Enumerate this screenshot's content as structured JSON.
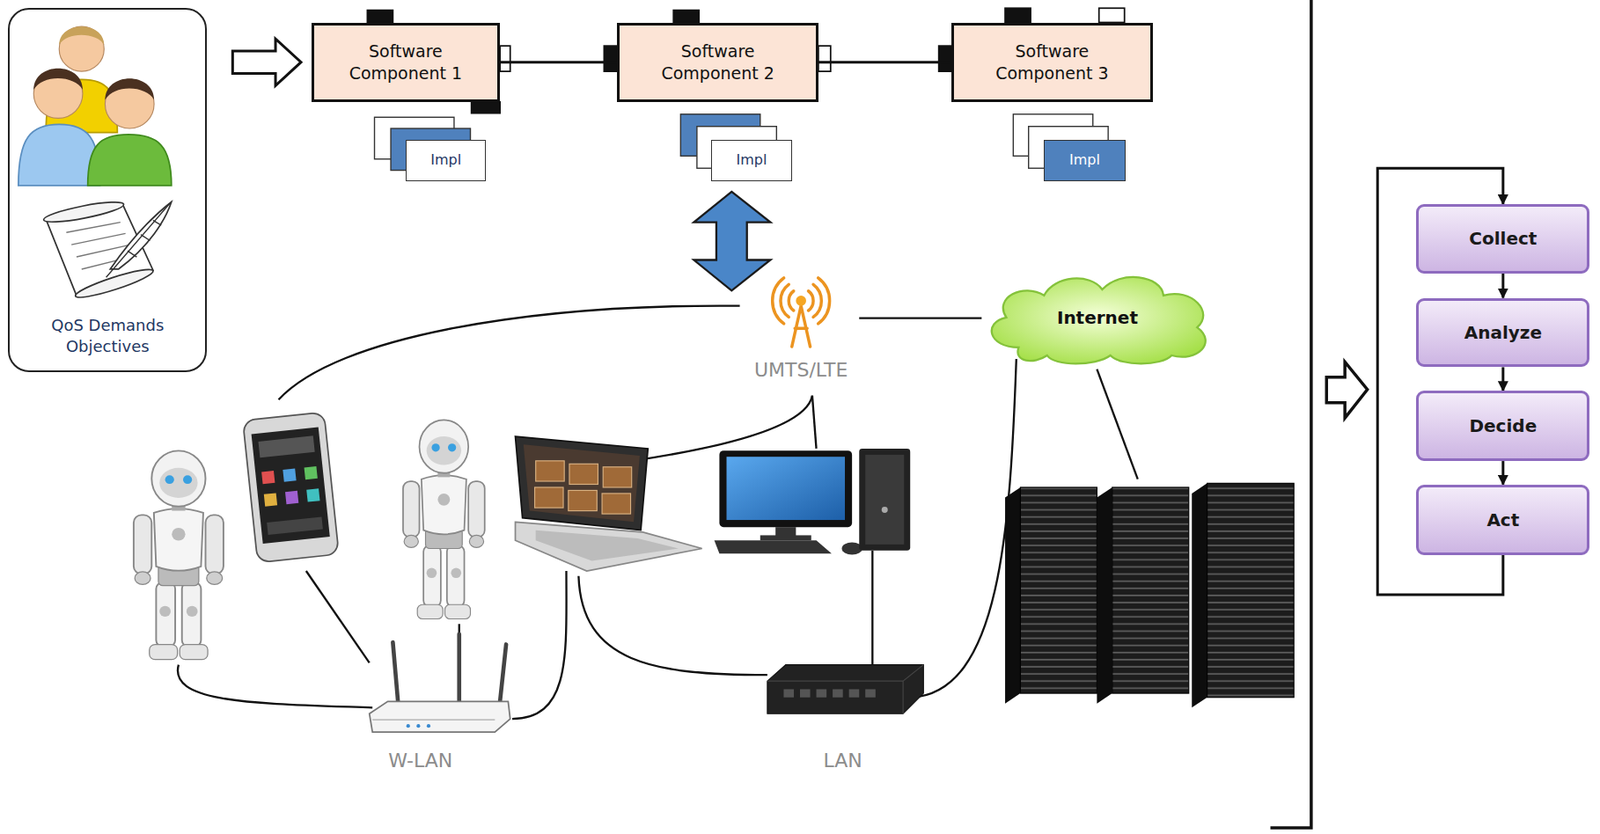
{
  "diagram": {
    "nodes": [
      {
        "text": [
          "QoS Demands Objectives"
        ]
      },
      {
        "text": [
          "Software Component 1"
        ]
      },
      {
        "text": [
          "Software Component 2"
        ]
      },
      {
        "text": [
          "Software Component 3"
        ]
      },
      {
        "text": [
          "Impl"
        ]
      },
      {
        "text": [
          "Impl"
        ]
      },
      {
        "text": [
          "Impl"
        ]
      },
      {
        "text": [
          "Internet"
        ]
      },
      {
        "text": [
          "Collect"
        ]
      },
      {
        "text": [
          "Analyze"
        ]
      },
      {
        "text": [
          "Decide"
        ]
      },
      {
        "text": [
          "Act"
        ]
      }
    ],
    "edges": [
      {
        "from": 0,
        "to": 1,
        "arrow": "to"
      },
      {
        "from": 1,
        "to": 2,
        "arrow": "none"
      },
      {
        "from": 2,
        "to": 3,
        "arrow": "none"
      },
      {
        "from": 8,
        "to": 9,
        "arrow": "to"
      },
      {
        "from": 9,
        "to": 10,
        "arrow": "to"
      },
      {
        "from": 10,
        "to": 11,
        "arrow": "to"
      },
      {
        "from": 11,
        "to": 8,
        "arrow": "to"
      }
    ],
    "labels": [
      "UMTS/LTE",
      "W-LAN",
      "LAN"
    ]
  }
}
